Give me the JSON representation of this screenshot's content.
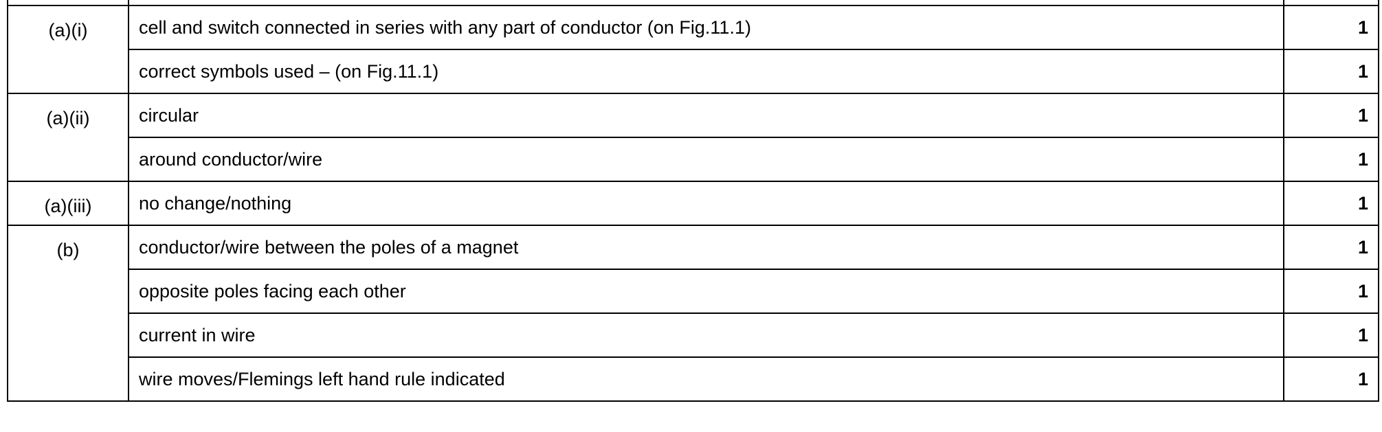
{
  "groups": [
    {
      "question": "(a)(i)",
      "rows": [
        {
          "answer": "cell and switch connected in series with any part of conductor (on Fig.11.1)",
          "marks": "1"
        },
        {
          "answer": "correct symbols used – (on Fig.11.1)",
          "marks": "1"
        }
      ]
    },
    {
      "question": "(a)(ii)",
      "rows": [
        {
          "answer": "circular",
          "marks": "1"
        },
        {
          "answer": "around conductor/wire",
          "marks": "1"
        }
      ]
    },
    {
      "question": "(a)(iii)",
      "rows": [
        {
          "answer": "no change/nothing",
          "marks": "1"
        }
      ]
    },
    {
      "question": "(b)",
      "rows": [
        {
          "answer": "conductor/wire between the poles of a magnet",
          "marks": "1"
        },
        {
          "answer": "opposite poles facing each other",
          "marks": "1"
        },
        {
          "answer": "current in wire",
          "marks": "1"
        },
        {
          "answer": "wire moves/Flemings left hand rule indicated",
          "marks": "1"
        }
      ]
    }
  ]
}
